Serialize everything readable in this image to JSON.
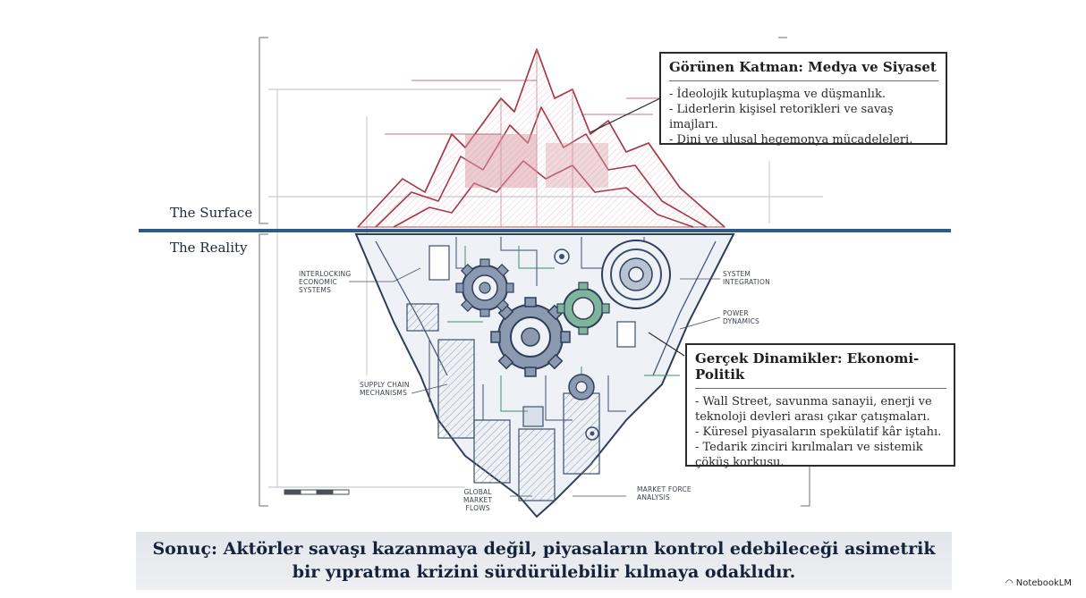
{
  "labels": {
    "surface": "The Surface",
    "reality": "The Reality"
  },
  "visible_layer": {
    "title": "Görünen Katman: Medya ve Siyaset",
    "items": [
      "- İdeolojik kutuplaşma ve düşmanlık.",
      "- Liderlerin kişisel retorikleri ve savaş imajları.",
      "- Dini ve ulusal hegemonya mücadeleleri."
    ]
  },
  "real_dynamics": {
    "title": "Gerçek Dinamikler: Ekonomi-Politik",
    "items": [
      "- Wall Street, savunma sanayii, enerji ve teknoloji devleri arası çıkar çatışmaları.",
      "- Küresel piyasaların spekülatif kâr iştahı.",
      "- Tedarik zinciri kırılmaları ve sistemik çöküş korkusu."
    ]
  },
  "annotations": {
    "interlocking": "INTERLOCKING\nECONOMIC\nSYSTEMS",
    "system_integration": "SYSTEM\nINTEGRATION",
    "power_dynamics": "POWER\nDYNAMICS",
    "supply_chain": "SUPPLY CHAIN\nMECHANISMS",
    "global_market": "GLOBAL\nMARKET\nFLOWS",
    "market_force": "MARKET FORCE\nANALYSIS"
  },
  "conclusion": {
    "line1": "Sonuç: Aktörler savaşı kazanmaya değil, piyasaların kontrol edebileceği asimetrik",
    "line2": "bir yıpratma krizini sürdürülebilir kılmaya odaklıdır."
  },
  "brand": "NotebookLM",
  "colors": {
    "waterline": "#2f5a8c",
    "mountain": "#a83848",
    "machinery": "#3a4f6e",
    "accent_green": "#3f8f6a"
  }
}
